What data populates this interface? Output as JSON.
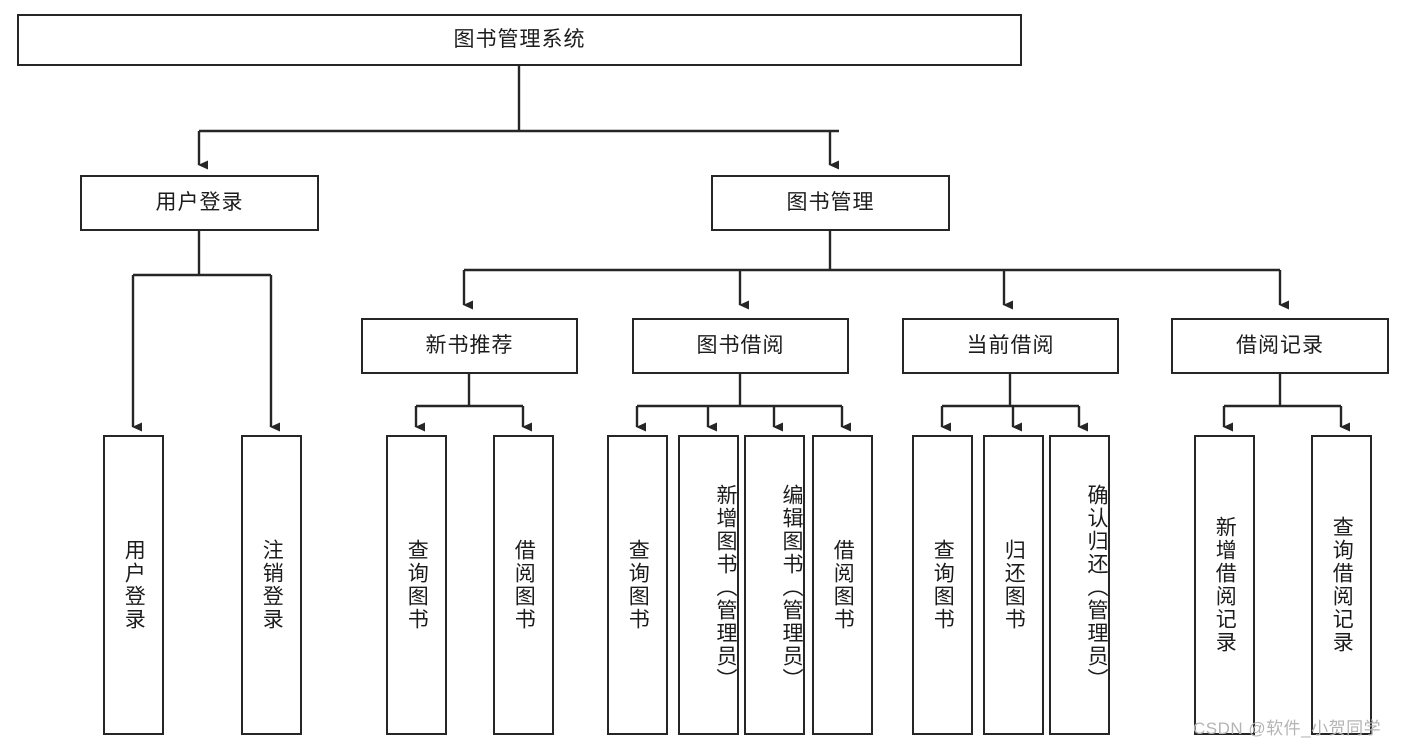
{
  "diagram": {
    "title": "图书管理系统",
    "type": "functional-decomposition-tree",
    "watermark": "CSDN @软件_小贺同学",
    "colors": {
      "box_border": "#262626",
      "box_fill": "#ffffff",
      "edge": "#262626",
      "text": "#1c1c1c",
      "watermark": "#b4b4b4",
      "background": "#ffffff"
    },
    "nodes": {
      "root": {
        "label": "图书管理系统"
      },
      "level2": [
        {
          "id": "user-login",
          "label": "用户登录"
        },
        {
          "id": "book-management",
          "label": "图书管理"
        }
      ],
      "level3": [
        {
          "id": "new-book-recommend",
          "label": "新书推荐"
        },
        {
          "id": "book-borrow",
          "label": "图书借阅"
        },
        {
          "id": "current-borrow",
          "label": "当前借阅"
        },
        {
          "id": "borrow-record",
          "label": "借阅记录"
        }
      ],
      "leaves": {
        "user-login": [
          {
            "id": "leaf-user-login",
            "label": "用户登录"
          },
          {
            "id": "leaf-logout",
            "label": "注销登录"
          }
        ],
        "new-book-recommend": [
          {
            "id": "leaf-query-book-1",
            "label": "查询图书"
          },
          {
            "id": "leaf-borrow-book-1",
            "label": "借阅图书"
          }
        ],
        "book-borrow": [
          {
            "id": "leaf-query-book-2",
            "label": "查询图书"
          },
          {
            "id": "leaf-add-book",
            "label": "新增图书（管理员）"
          },
          {
            "id": "leaf-edit-book",
            "label": "编辑图书（管理员）"
          },
          {
            "id": "leaf-borrow-book-2",
            "label": "借阅图书"
          }
        ],
        "current-borrow": [
          {
            "id": "leaf-query-book-3",
            "label": "查询图书"
          },
          {
            "id": "leaf-return-book",
            "label": "归还图书"
          },
          {
            "id": "leaf-confirm-return",
            "label": "确认归还（管理员）"
          }
        ],
        "borrow-record": [
          {
            "id": "leaf-add-record",
            "label": "新增借阅记录"
          },
          {
            "id": "leaf-query-record",
            "label": "查询借阅记录"
          }
        ]
      }
    }
  }
}
